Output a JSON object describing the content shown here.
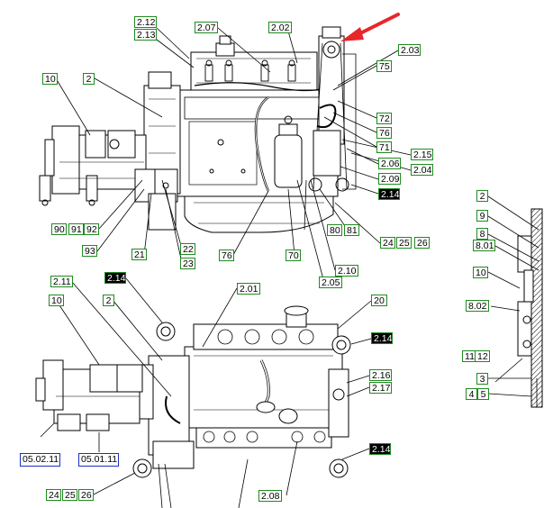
{
  "labels": {
    "l_2_12": "2.12",
    "l_2_13": "2.13",
    "l_2_07": "2.07",
    "l_2_02": "2.02",
    "l_2_03": "2.03",
    "l_75a": "75",
    "l_10a": "10",
    "l_2a": "2",
    "l_72": "72",
    "l_76a": "76",
    "l_71": "71",
    "l_2_15": "2.15",
    "l_2_06": "2.06",
    "l_2_04": "2.04",
    "l_2_09": "2.09",
    "l_2_14a": "2.14",
    "l_90": "90",
    "l_91": "91",
    "l_92": "92",
    "l_93": "93",
    "l_21": "21",
    "l_22": "22",
    "l_23": "23",
    "l_76b": "76",
    "l_70": "70",
    "l_80": "80",
    "l_81": "81",
    "l_2_10": "2.10",
    "l_2_05": "2.05",
    "l_24a": "24",
    "l_25a": "25",
    "l_26a": "26",
    "l_2_14b": "2.14",
    "l_2_11": "2.11",
    "l_2_01": "2.01",
    "l_10b": "10",
    "l_2b": "2",
    "l_20": "20",
    "l_2_14c": "2.14",
    "l_2_16": "2.16",
    "l_2_17": "2.17",
    "l_05_02_11": "05.02.11",
    "l_05_01_11": "05.01.11",
    "l_2_14d": "2.14",
    "l_24b": "24",
    "l_25b": "25",
    "l_26b": "26",
    "l_2_08": "2.08",
    "l_2c": "2",
    "l_9": "9",
    "l_8": "8",
    "l_8_01": "8.01",
    "l_10c": "10",
    "l_8_02": "8.02",
    "l_11": "11",
    "l_12": "12",
    "l_3": "3",
    "l_4": "4",
    "l_5": "5"
  },
  "colors": {
    "label_border": "#1f8b1f",
    "highlight_label_bg": "#000000",
    "reference_box_border": "#1a2fbf",
    "pointer_arrow": "#e8262b",
    "line": "#000000"
  }
}
